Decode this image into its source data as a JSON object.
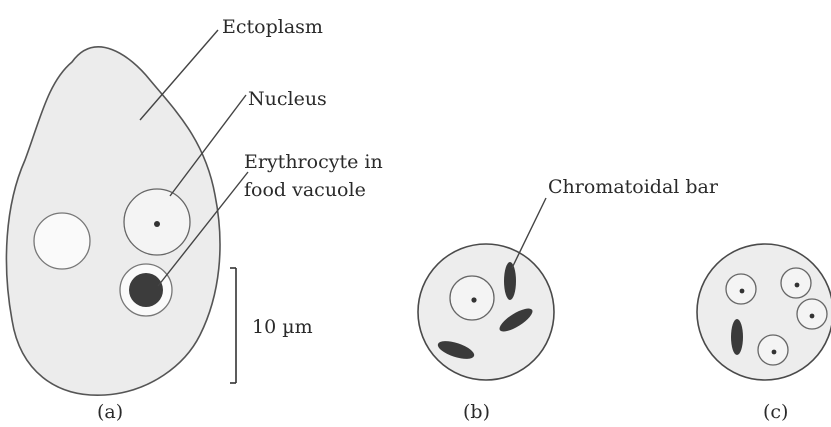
{
  "labels": {
    "ectoplasm": "Ectoplasm",
    "nucleus": "Nucleus",
    "erythrocyte_line1": "Erythrocyte in",
    "erythrocyte_line2": "food vacuole",
    "chromatoidal_bar": "Chromatoidal bar",
    "scale": "10 µm"
  },
  "panels": {
    "a": "(a)",
    "b": "(b)",
    "c": "(c)"
  }
}
